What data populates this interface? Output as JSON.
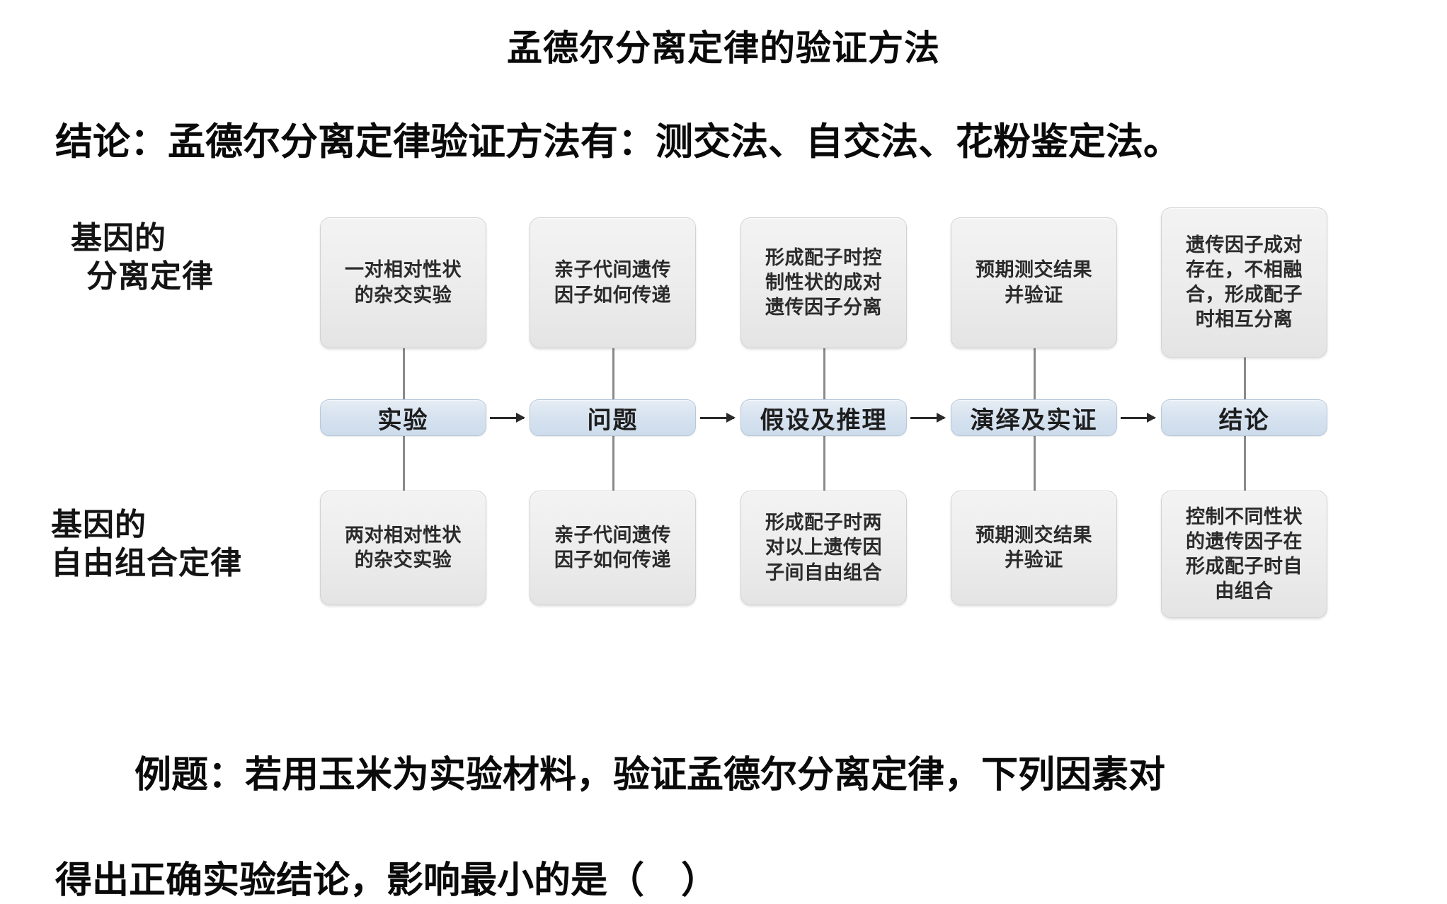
{
  "title": "孟德尔分离定律的验证方法",
  "conclusion": "结论：孟德尔分离定律验证方法有：测交法、自交法、花粉鉴定法。",
  "diagram": {
    "row_labels": {
      "top": {
        "line1": "基因的",
        "line2": "分离定律"
      },
      "bottom": {
        "line1": "基因的",
        "line2": "自由组合定律"
      }
    },
    "stages": [
      {
        "label": "实验"
      },
      {
        "label": "问题"
      },
      {
        "label": "假设及推理"
      },
      {
        "label": "演绎及实证"
      },
      {
        "label": "结论"
      }
    ],
    "top_cards": [
      {
        "lines": [
          "一对相对性状",
          "的杂交实验"
        ]
      },
      {
        "lines": [
          "亲子代间遗传",
          "因子如何传递"
        ]
      },
      {
        "lines": [
          "形成配子时控",
          "制性状的成对",
          "遗传因子分离"
        ]
      },
      {
        "lines": [
          "预期测交结果",
          "并验证"
        ]
      },
      {
        "lines": [
          "遗传因子成对",
          "存在，不相融",
          "合，形成配子",
          "时相互分离"
        ]
      }
    ],
    "bottom_cards": [
      {
        "lines": [
          "两对相对性状",
          "的杂交实验"
        ]
      },
      {
        "lines": [
          "亲子代间遗传",
          "因子如何传递"
        ]
      },
      {
        "lines": [
          "形成配子时两",
          "对以上遗传因",
          "子间自由组合"
        ]
      },
      {
        "lines": [
          "预期测交结果",
          "并验证"
        ]
      },
      {
        "lines": [
          "控制不同性状",
          "的遗传因子在",
          "形成配子时自",
          "由组合"
        ]
      }
    ]
  },
  "question": {
    "line1": "例题：若用玉米为实验材料，验证孟德尔分离定律，下列因素对",
    "line2": "得出正确实验结论，影响最小的是（　）"
  },
  "colors": {
    "card_fill": "#ececec",
    "card_border": "#d2d2d2",
    "pill_fill": "#d6e2ef",
    "pill_border": "#b6c8da",
    "connector": "#8a8a8a",
    "arrow": "#2a2a2a",
    "text": "#0a0a0a"
  }
}
